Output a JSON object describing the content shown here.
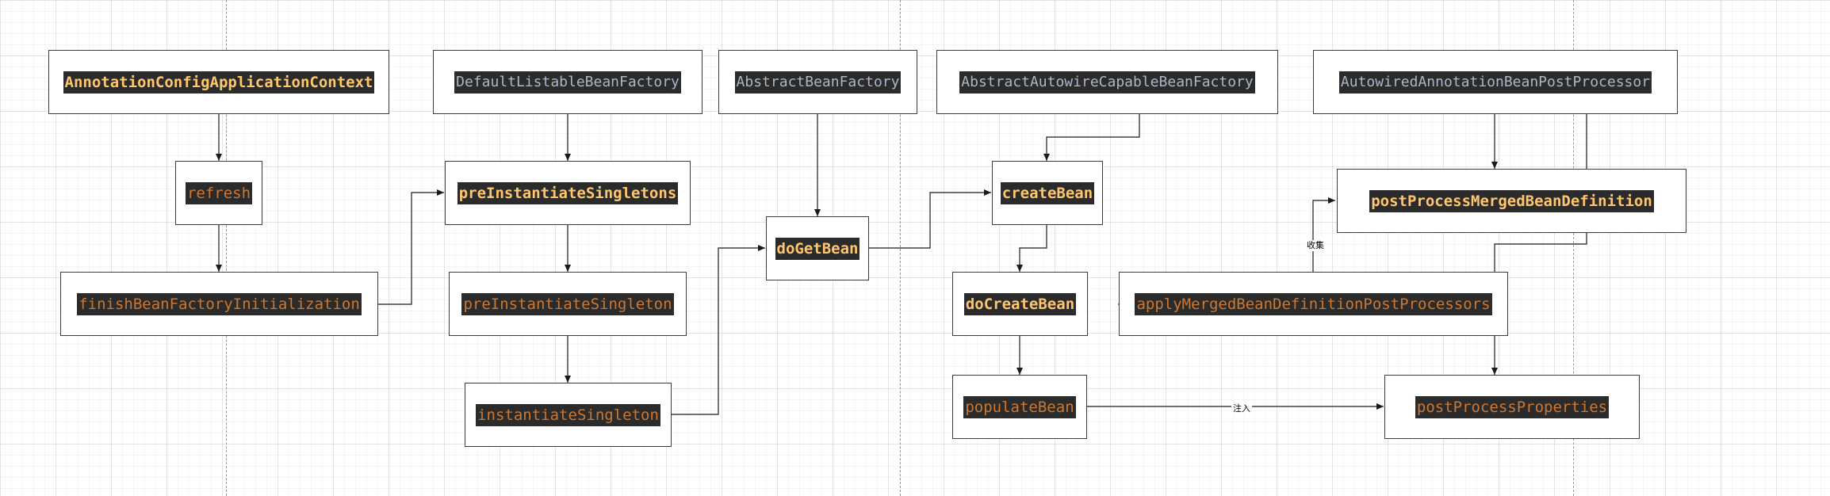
{
  "nodes": {
    "annotationConfigApplicationContext": {
      "text": "AnnotationConfigApplicationContext"
    },
    "refresh": {
      "text": "refresh"
    },
    "finishBeanFactoryInitialization": {
      "text": "finishBeanFactoryInitialization"
    },
    "defaultListableBeanFactory": {
      "text": "DefaultListableBeanFactory"
    },
    "preInstantiateSingletons": {
      "text": "preInstantiateSingletons"
    },
    "preInstantiateSingleton": {
      "text": "preInstantiateSingleton"
    },
    "instantiateSingleton": {
      "text": "instantiateSingleton"
    },
    "abstractBeanFactory": {
      "text": "AbstractBeanFactory"
    },
    "doGetBean": {
      "text": "doGetBean"
    },
    "abstractAutowireCapableBeanFactory": {
      "text": "AbstractAutowireCapableBeanFactory"
    },
    "createBean": {
      "text": "createBean"
    },
    "doCreateBean": {
      "text": "doCreateBean"
    },
    "populateBean": {
      "text": "populateBean"
    },
    "applyMergedBeanDefinitionPostProcessors": {
      "text": "applyMergedBeanDefinitionPostProcessors"
    },
    "autowiredAnnotationBeanPostProcessor": {
      "text": "AutowiredAnnotationBeanPostProcessor"
    },
    "postProcessMergedBeanDefinition": {
      "text": "postProcessMergedBeanDefinition"
    },
    "postProcessProperties": {
      "text": "postProcessProperties"
    }
  },
  "edge_labels": {
    "collect": "收集",
    "inject": "注入"
  },
  "colors": {
    "label_background": "#2b2b2b",
    "yellow": "#ffc66d",
    "orange": "#cc7832",
    "white": "#a9b7c6",
    "edge": "#1a1a1a"
  }
}
